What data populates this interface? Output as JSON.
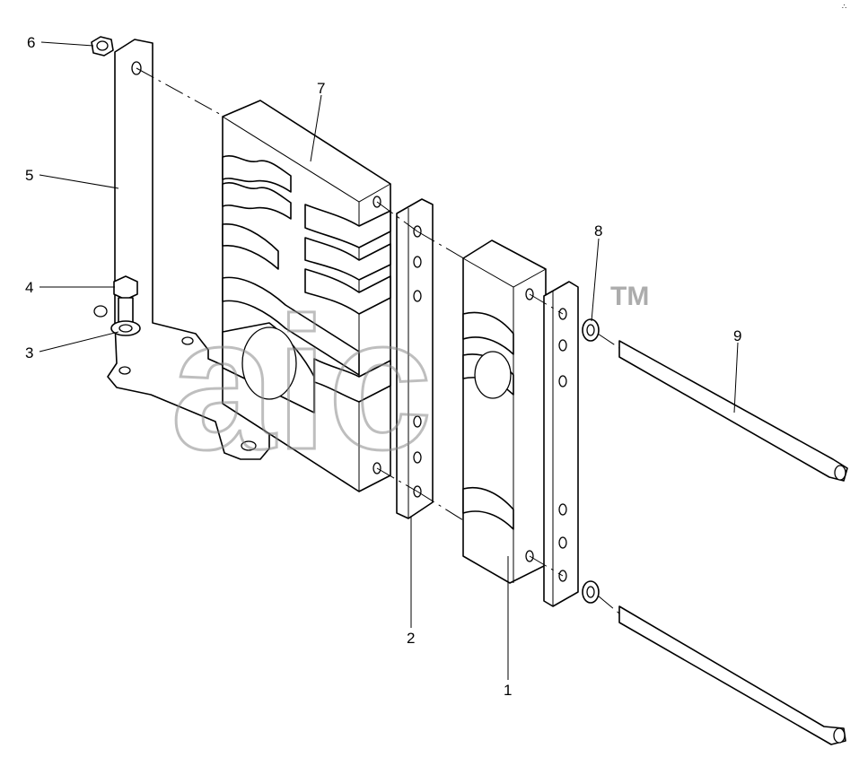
{
  "callouts": [
    {
      "id": "c1",
      "label": "1"
    },
    {
      "id": "c2",
      "label": "2"
    },
    {
      "id": "c3",
      "label": "3"
    },
    {
      "id": "c4",
      "label": "4"
    },
    {
      "id": "c5",
      "label": "5"
    },
    {
      "id": "c6",
      "label": "6"
    },
    {
      "id": "c7",
      "label": "7"
    },
    {
      "id": "c8",
      "label": "8"
    },
    {
      "id": "c9",
      "label": "9"
    }
  ],
  "watermark": {
    "text": "aic",
    "tm": "TM"
  },
  "corner_mark": "∴",
  "colors": {
    "line": "#000000",
    "watermark": "#8a8a8a",
    "background": "#ffffff"
  }
}
